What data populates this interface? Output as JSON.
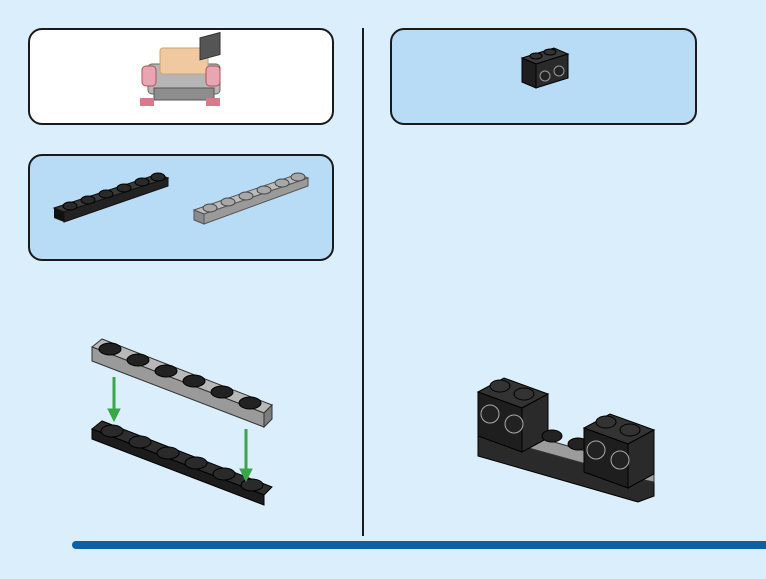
{
  "page": {
    "background": "#dbeefb",
    "accent": "#0d5fa8"
  },
  "callouts": [
    {
      "name": "previous-model-callout",
      "background": "#ffffff",
      "parts": [
        "previous-assembly-icon"
      ]
    },
    {
      "name": "parts-plates-callout",
      "background": "#b8dcf5",
      "parts": [
        "black-plate-1x6-icon",
        "gray-plate-1x6-icon"
      ]
    },
    {
      "name": "parts-brick-callout",
      "background": "#b8dcf5",
      "parts": [
        "black-brick-1x2-studs-icon"
      ]
    }
  ],
  "steps": [
    {
      "name": "step-left",
      "description_icons": [
        "gray-plate-1x6-icon",
        "black-plate-1x6-icon",
        "green-arrow-icon"
      ]
    },
    {
      "name": "step-right",
      "description_icons": [
        "assembled-base-icon"
      ]
    }
  ],
  "colors": {
    "black_part": "#222222",
    "gray_part": "#9a9a9a",
    "arrow": "#3aa64a",
    "tan": "#f0c9a0"
  }
}
